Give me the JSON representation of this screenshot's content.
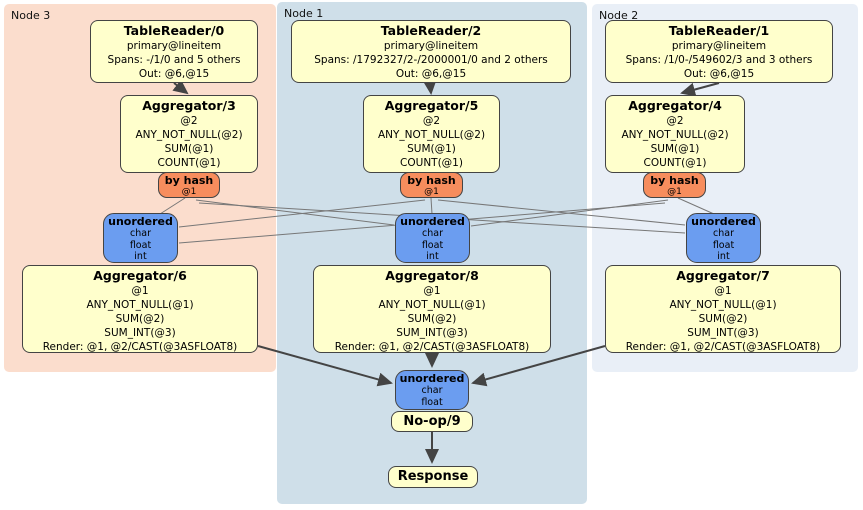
{
  "palette": {
    "region_node3": "#fbddcd",
    "region_node1": "#cfdfe9",
    "region_node2": "#e9eff7",
    "processor_fill": "#ffffcc",
    "router_fill": "#f78d5d",
    "sync_fill": "#6b9df0",
    "box_border": "#444444",
    "edge_color": "#444444",
    "thin_edge_color": "#777777"
  },
  "regions": [
    {
      "label": "Node 3"
    },
    {
      "label": "Node 1"
    },
    {
      "label": "Node 2"
    }
  ],
  "processors": {
    "table_readers": [
      {
        "title": "TableReader/0",
        "index": "primary@lineitem",
        "spans": "Spans: -/1/0 and 5 others",
        "out": "Out: @6,@15"
      },
      {
        "title": "TableReader/2",
        "index": "primary@lineitem",
        "spans": "Spans: /1792327/2-/2000001/0 and 2 others",
        "out": "Out: @6,@15"
      },
      {
        "title": "TableReader/1",
        "index": "primary@lineitem",
        "spans": "Spans: /1/0-/549602/3 and 3 others",
        "out": "Out: @6,@15"
      }
    ],
    "stage1_aggregators": [
      {
        "title": "Aggregator/3",
        "lines": [
          "@2",
          "ANY_NOT_NULL(@2)",
          "SUM(@1)",
          "COUNT(@1)"
        ]
      },
      {
        "title": "Aggregator/5",
        "lines": [
          "@2",
          "ANY_NOT_NULL(@2)",
          "SUM(@1)",
          "COUNT(@1)"
        ]
      },
      {
        "title": "Aggregator/4",
        "lines": [
          "@2",
          "ANY_NOT_NULL(@2)",
          "SUM(@1)",
          "COUNT(@1)"
        ]
      }
    ],
    "hash_routers": [
      {
        "title": "by hash",
        "detail": "@1"
      },
      {
        "title": "by hash",
        "detail": "@1"
      },
      {
        "title": "by hash",
        "detail": "@1"
      }
    ],
    "unordered_syncs": [
      {
        "title": "unordered",
        "types": [
          "char",
          "float",
          "int"
        ]
      },
      {
        "title": "unordered",
        "types": [
          "char",
          "float",
          "int"
        ]
      },
      {
        "title": "unordered",
        "types": [
          "char",
          "float",
          "int"
        ]
      }
    ],
    "stage2_aggregators": [
      {
        "title": "Aggregator/6",
        "lines": [
          "@1",
          "ANY_NOT_NULL(@1)",
          "SUM(@2)",
          "SUM_INT(@3)",
          "Render: @1, @2/CAST(@3ASFLOAT8)"
        ]
      },
      {
        "title": "Aggregator/8",
        "lines": [
          "@1",
          "ANY_NOT_NULL(@1)",
          "SUM(@2)",
          "SUM_INT(@3)",
          "Render: @1, @2/CAST(@3ASFLOAT8)"
        ]
      },
      {
        "title": "Aggregator/7",
        "lines": [
          "@1",
          "ANY_NOT_NULL(@1)",
          "SUM(@2)",
          "SUM_INT(@3)",
          "Render: @1, @2/CAST(@3ASFLOAT8)"
        ]
      }
    ],
    "final_sync": {
      "title": "unordered",
      "types": [
        "char",
        "float"
      ]
    },
    "noop": {
      "title": "No-op/9"
    },
    "response": {
      "title": "Response"
    }
  }
}
